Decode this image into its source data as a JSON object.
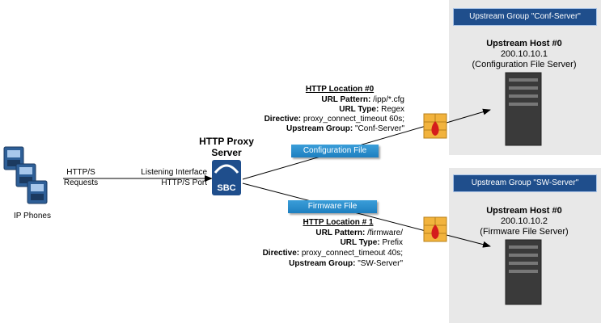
{
  "phones": {
    "label": "IP Phones"
  },
  "request": {
    "line1": "HTTP/S",
    "line2": "Requests"
  },
  "listening": {
    "line1": "Listening Interface",
    "line2": "HTTP/S Port"
  },
  "proxy": {
    "title_line1": "HTTP Proxy",
    "title_line2": "Server",
    "logo": "SBC"
  },
  "locations": [
    {
      "heading": "HTTP Location #0",
      "url_pattern_label": "URL Pattern:",
      "url_pattern": "/ipp/*.cfg",
      "url_type_label": "URL Type:",
      "url_type": "Regex",
      "directive_label": "Directive:",
      "directive": "proxy_connect_timeout 60s;",
      "group_label": "Upstream Group:",
      "group": "\"Conf-Server\"",
      "tag": "Configuration File"
    },
    {
      "heading": "HTTP Location # 1",
      "url_pattern_label": "URL Pattern:",
      "url_pattern": "/firmware/",
      "url_type_label": "URL Type:",
      "url_type": "Prefix",
      "directive_label": "Directive:",
      "directive": "proxy_connect_timeout 40s;",
      "group_label": "Upstream Group:",
      "group": "\"SW-Server\"",
      "tag": "Firmware File"
    }
  ],
  "groups": [
    {
      "title": "Upstream Group \"Conf-Server\"",
      "host": "Upstream Host #0",
      "ip": "200.10.10.1",
      "desc": "(Configuration File Server)"
    },
    {
      "title": "Upstream Group \"SW-Server\"",
      "host": "Upstream Host #0",
      "ip": "200.10.10.2",
      "desc": "(Firmware File Server)"
    }
  ],
  "colors": {
    "panel": "#e8e8e8",
    "panel_head": "#1f4e8c",
    "tag": "#2b8fd0",
    "sbc": "#1f4e8c",
    "firewall": "#f2b33d"
  },
  "icons": [
    "ip-phone-icon",
    "sbc-icon",
    "firewall-icon",
    "server-icon"
  ]
}
